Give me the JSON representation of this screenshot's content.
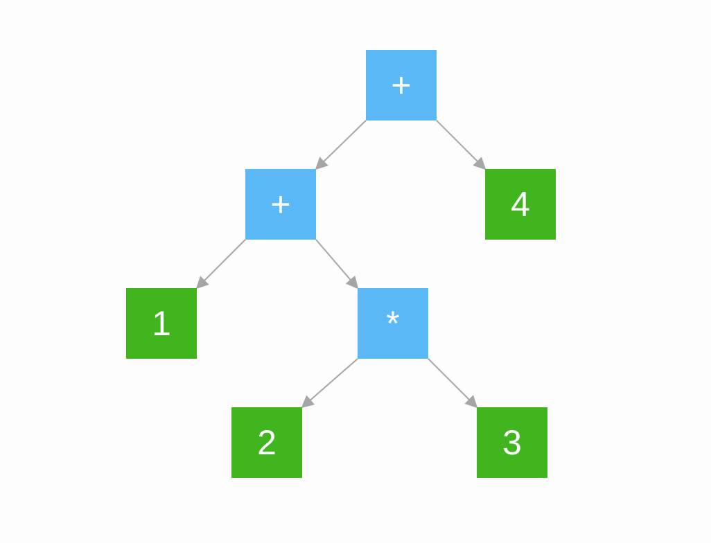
{
  "colors": {
    "operator_node": "#5bb9f8",
    "operand_node": "#40b51e",
    "edge": "#a6a6a6",
    "background": "#fdfdfd"
  },
  "tree": {
    "root": {
      "label": "+",
      "kind": "operator"
    },
    "left_plus": {
      "label": "+",
      "kind": "operator"
    },
    "leaf_four": {
      "label": "4",
      "kind": "operand"
    },
    "leaf_one": {
      "label": "1",
      "kind": "operand"
    },
    "multiply": {
      "label": "*",
      "kind": "operator"
    },
    "leaf_two": {
      "label": "2",
      "kind": "operand"
    },
    "leaf_three": {
      "label": "3",
      "kind": "operand"
    }
  },
  "edges": [
    [
      "root",
      "left_plus"
    ],
    [
      "root",
      "leaf_four"
    ],
    [
      "left_plus",
      "leaf_one"
    ],
    [
      "left_plus",
      "multiply"
    ],
    [
      "multiply",
      "leaf_two"
    ],
    [
      "multiply",
      "leaf_three"
    ]
  ]
}
